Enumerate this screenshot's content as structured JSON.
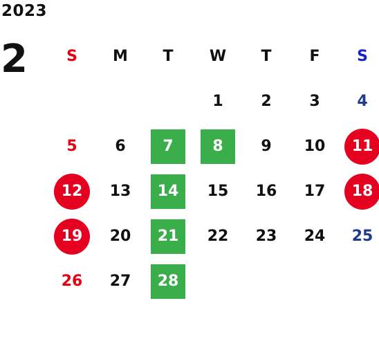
{
  "calendar": {
    "year": "2023",
    "month": "2",
    "weekday_headers": [
      "S",
      "M",
      "T",
      "W",
      "T",
      "F",
      "S"
    ],
    "weeks": [
      [
        "",
        "",
        "",
        "1",
        "2",
        "3",
        "4"
      ],
      [
        "5",
        "6",
        "7",
        "8",
        "9",
        "10",
        "11"
      ],
      [
        "12",
        "13",
        "14",
        "15",
        "16",
        "17",
        "18"
      ],
      [
        "19",
        "20",
        "21",
        "22",
        "23",
        "24",
        "25"
      ],
      [
        "26",
        "27",
        "28",
        "",
        "",
        "",
        ""
      ]
    ],
    "holidays": [
      "11",
      "12",
      "18",
      "19"
    ],
    "highlighted": [
      "7",
      "8",
      "14",
      "21",
      "28"
    ]
  },
  "colors": {
    "text": "#111111",
    "sunday": "#e60012",
    "saturday_header": "#1a21c8",
    "saturday": "#1f3b8f",
    "holiday_fill": "#e60020",
    "highlight_fill": "#3aae4a",
    "mark_text": "#ffffff"
  }
}
